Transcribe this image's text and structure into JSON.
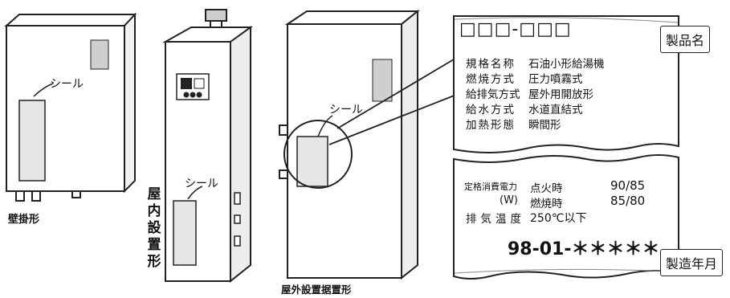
{
  "labels": {
    "wall": "壁掛形",
    "indoor": "屋内設置形",
    "outdoor": "屋外設置据置形",
    "seal_a": "シール",
    "seal_b": "シール",
    "seal_c": "シール"
  },
  "plate": {
    "model_code": "□□□-□□□",
    "rows": [
      {
        "key": "規格名称",
        "value": "石油小形給湯機"
      },
      {
        "key": "燃焼方式",
        "value": "圧力噴霧式"
      },
      {
        "key": "給排気方式",
        "value": "屋外用開放形"
      },
      {
        "key": "給水方式",
        "value": "水道直結式"
      },
      {
        "key": "加熱形態",
        "value": "瞬間形"
      }
    ],
    "rating_label": "定格消費電力",
    "rating_unit": "(W)",
    "ignite_label": "点火時",
    "ignite_value": "90/85",
    "burn_label": "燃焼時",
    "burn_value": "85/80",
    "exhaust_key": "排気温度",
    "exhaust_value": "250℃以下",
    "serial": "98-01-＊＊＊＊＊"
  },
  "callouts": {
    "product_name": "製品名",
    "manufacture_date": "製造年月"
  }
}
